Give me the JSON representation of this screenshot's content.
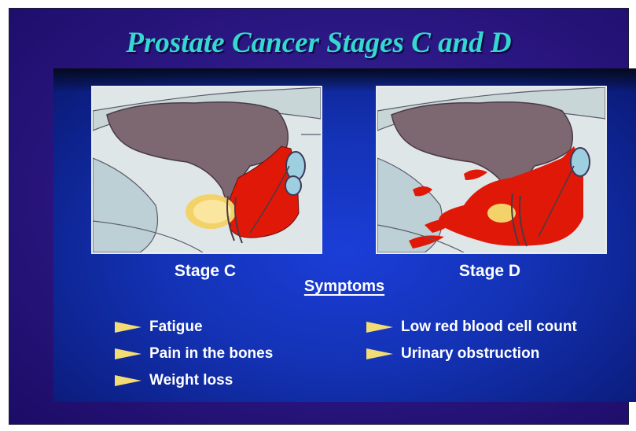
{
  "title": "Prostate Cancer Stages C and D",
  "stages": [
    {
      "label": "Stage C"
    },
    {
      "label": "Stage D"
    }
  ],
  "symptoms": {
    "heading": "Symptoms",
    "left": [
      "Fatigue",
      "Pain in the bones",
      "Weight loss"
    ],
    "right": [
      "Low red blood cell count",
      "Urinary obstruction"
    ]
  },
  "colors": {
    "title": "#35d8d0",
    "slide_background": "#2a1680",
    "tumor": "#e01808",
    "arrow": "#f3dc73"
  }
}
